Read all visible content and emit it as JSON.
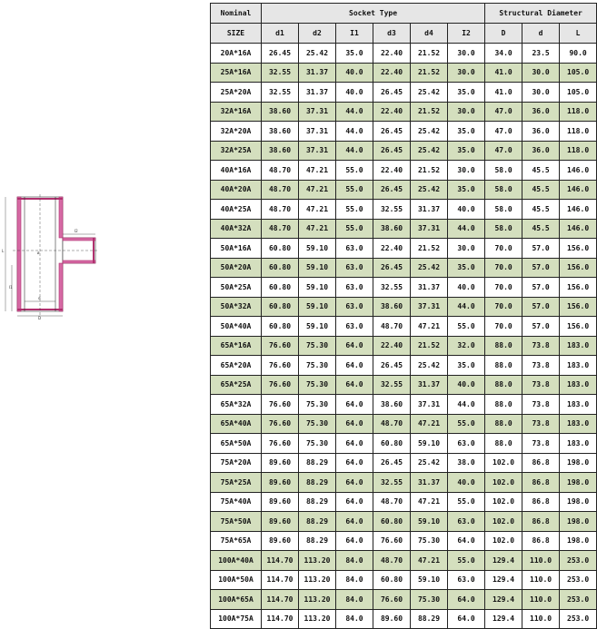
{
  "table": {
    "group_headers": {
      "nominal": "Nominal",
      "socket": "Socket Type",
      "structural": "Structural Diameter"
    },
    "column_headers": [
      "SIZE",
      "d1",
      "d2",
      "I1",
      "d3",
      "d4",
      "I2",
      "D",
      "d",
      "L"
    ],
    "rows": [
      {
        "size": "20A*16A",
        "d1": "26.45",
        "d2": "25.42",
        "i1": "35.0",
        "d3": "22.40",
        "d4": "21.52",
        "i2": "30.0",
        "D": "34.0",
        "d": "23.5",
        "L": "90.0",
        "shaded": false
      },
      {
        "size": "25A*16A",
        "d1": "32.55",
        "d2": "31.37",
        "i1": "40.0",
        "d3": "22.40",
        "d4": "21.52",
        "i2": "30.0",
        "D": "41.0",
        "d": "30.0",
        "L": "105.0",
        "shaded": true
      },
      {
        "size": "25A*20A",
        "d1": "32.55",
        "d2": "31.37",
        "i1": "40.0",
        "d3": "26.45",
        "d4": "25.42",
        "i2": "35.0",
        "D": "41.0",
        "d": "30.0",
        "L": "105.0",
        "shaded": false
      },
      {
        "size": "32A*16A",
        "d1": "38.60",
        "d2": "37.31",
        "i1": "44.0",
        "d3": "22.40",
        "d4": "21.52",
        "i2": "30.0",
        "D": "47.0",
        "d": "36.0",
        "L": "118.0",
        "shaded": true
      },
      {
        "size": "32A*20A",
        "d1": "38.60",
        "d2": "37.31",
        "i1": "44.0",
        "d3": "26.45",
        "d4": "25.42",
        "i2": "35.0",
        "D": "47.0",
        "d": "36.0",
        "L": "118.0",
        "shaded": false
      },
      {
        "size": "32A*25A",
        "d1": "38.60",
        "d2": "37.31",
        "i1": "44.0",
        "d3": "26.45",
        "d4": "25.42",
        "i2": "35.0",
        "D": "47.0",
        "d": "36.0",
        "L": "118.0",
        "shaded": true
      },
      {
        "size": "40A*16A",
        "d1": "48.70",
        "d2": "47.21",
        "i1": "55.0",
        "d3": "22.40",
        "d4": "21.52",
        "i2": "30.0",
        "D": "58.0",
        "d": "45.5",
        "L": "146.0",
        "shaded": false
      },
      {
        "size": "40A*20A",
        "d1": "48.70",
        "d2": "47.21",
        "i1": "55.0",
        "d3": "26.45",
        "d4": "25.42",
        "i2": "35.0",
        "D": "58.0",
        "d": "45.5",
        "L": "146.0",
        "shaded": true
      },
      {
        "size": "40A*25A",
        "d1": "48.70",
        "d2": "47.21",
        "i1": "55.0",
        "d3": "32.55",
        "d4": "31.37",
        "i2": "40.0",
        "D": "58.0",
        "d": "45.5",
        "L": "146.0",
        "shaded": false
      },
      {
        "size": "40A*32A",
        "d1": "48.70",
        "d2": "47.21",
        "i1": "55.0",
        "d3": "38.60",
        "d4": "37.31",
        "i2": "44.0",
        "D": "58.0",
        "d": "45.5",
        "L": "146.0",
        "shaded": true
      },
      {
        "size": "50A*16A",
        "d1": "60.80",
        "d2": "59.10",
        "i1": "63.0",
        "d3": "22.40",
        "d4": "21.52",
        "i2": "30.0",
        "D": "70.0",
        "d": "57.0",
        "L": "156.0",
        "shaded": false
      },
      {
        "size": "50A*20A",
        "d1": "60.80",
        "d2": "59.10",
        "i1": "63.0",
        "d3": "26.45",
        "d4": "25.42",
        "i2": "35.0",
        "D": "70.0",
        "d": "57.0",
        "L": "156.0",
        "shaded": true
      },
      {
        "size": "50A*25A",
        "d1": "60.80",
        "d2": "59.10",
        "i1": "63.0",
        "d3": "32.55",
        "d4": "31.37",
        "i2": "40.0",
        "D": "70.0",
        "d": "57.0",
        "L": "156.0",
        "shaded": false
      },
      {
        "size": "50A*32A",
        "d1": "60.80",
        "d2": "59.10",
        "i1": "63.0",
        "d3": "38.60",
        "d4": "37.31",
        "i2": "44.0",
        "D": "70.0",
        "d": "57.0",
        "L": "156.0",
        "shaded": true
      },
      {
        "size": "50A*40A",
        "d1": "60.80",
        "d2": "59.10",
        "i1": "63.0",
        "d3": "48.70",
        "d4": "47.21",
        "i2": "55.0",
        "D": "70.0",
        "d": "57.0",
        "L": "156.0",
        "shaded": false
      },
      {
        "size": "65A*16A",
        "d1": "76.60",
        "d2": "75.30",
        "i1": "64.0",
        "d3": "22.40",
        "d4": "21.52",
        "i2": "32.0",
        "D": "88.0",
        "d": "73.8",
        "L": "183.0",
        "shaded": true
      },
      {
        "size": "65A*20A",
        "d1": "76.60",
        "d2": "75.30",
        "i1": "64.0",
        "d3": "26.45",
        "d4": "25.42",
        "i2": "35.0",
        "D": "88.0",
        "d": "73.8",
        "L": "183.0",
        "shaded": false
      },
      {
        "size": "65A*25A",
        "d1": "76.60",
        "d2": "75.30",
        "i1": "64.0",
        "d3": "32.55",
        "d4": "31.37",
        "i2": "40.0",
        "D": "88.0",
        "d": "73.8",
        "L": "183.0",
        "shaded": true
      },
      {
        "size": "65A*32A",
        "d1": "76.60",
        "d2": "75.30",
        "i1": "64.0",
        "d3": "38.60",
        "d4": "37.31",
        "i2": "44.0",
        "D": "88.0",
        "d": "73.8",
        "L": "183.0",
        "shaded": false
      },
      {
        "size": "65A*40A",
        "d1": "76.60",
        "d2": "75.30",
        "i1": "64.0",
        "d3": "48.70",
        "d4": "47.21",
        "i2": "55.0",
        "D": "88.0",
        "d": "73.8",
        "L": "183.0",
        "shaded": true
      },
      {
        "size": "65A*50A",
        "d1": "76.60",
        "d2": "75.30",
        "i1": "64.0",
        "d3": "60.80",
        "d4": "59.10",
        "i2": "63.0",
        "D": "88.0",
        "d": "73.8",
        "L": "183.0",
        "shaded": false
      },
      {
        "size": "75A*20A",
        "d1": "89.60",
        "d2": "88.29",
        "i1": "64.0",
        "d3": "26.45",
        "d4": "25.42",
        "i2": "38.0",
        "D": "102.0",
        "d": "86.8",
        "L": "198.0",
        "shaded": false
      },
      {
        "size": "75A*25A",
        "d1": "89.60",
        "d2": "88.29",
        "i1": "64.0",
        "d3": "32.55",
        "d4": "31.37",
        "i2": "40.0",
        "D": "102.0",
        "d": "86.8",
        "L": "198.0",
        "shaded": true
      },
      {
        "size": "75A*40A",
        "d1": "89.60",
        "d2": "88.29",
        "i1": "64.0",
        "d3": "48.70",
        "d4": "47.21",
        "i2": "55.0",
        "D": "102.0",
        "d": "86.8",
        "L": "198.0",
        "shaded": false
      },
      {
        "size": "75A*50A",
        "d1": "89.60",
        "d2": "88.29",
        "i1": "64.0",
        "d3": "60.80",
        "d4": "59.10",
        "i2": "63.0",
        "D": "102.0",
        "d": "86.8",
        "L": "198.0",
        "shaded": true
      },
      {
        "size": "75A*65A",
        "d1": "89.60",
        "d2": "88.29",
        "i1": "64.0",
        "d3": "76.60",
        "d4": "75.30",
        "i2": "64.0",
        "D": "102.0",
        "d": "86.8",
        "L": "198.0",
        "shaded": false
      },
      {
        "size": "100A*40A",
        "d1": "114.70",
        "d2": "113.20",
        "i1": "84.0",
        "d3": "48.70",
        "d4": "47.21",
        "i2": "55.0",
        "D": "129.4",
        "d": "110.0",
        "L": "253.0",
        "shaded": true
      },
      {
        "size": "100A*50A",
        "d1": "114.70",
        "d2": "113.20",
        "i1": "84.0",
        "d3": "60.80",
        "d4": "59.10",
        "i2": "63.0",
        "D": "129.4",
        "d": "110.0",
        "L": "253.0",
        "shaded": false
      },
      {
        "size": "100A*65A",
        "d1": "114.70",
        "d2": "113.20",
        "i1": "84.0",
        "d3": "76.60",
        "d4": "75.30",
        "i2": "64.0",
        "D": "129.4",
        "d": "110.0",
        "L": "253.0",
        "shaded": true
      },
      {
        "size": "100A*75A",
        "d1": "114.70",
        "d2": "113.20",
        "i1": "84.0",
        "d3": "89.60",
        "d4": "88.29",
        "i2": "64.0",
        "D": "129.4",
        "d": "110.0",
        "L": "253.0",
        "shaded": false
      }
    ]
  },
  "diagram": {
    "labels": {
      "d": "d",
      "l2": "I2",
      "l1": "I1",
      "D": "D",
      "L": "L",
      "center": "ø"
    },
    "accent_color": "#b0306e"
  }
}
